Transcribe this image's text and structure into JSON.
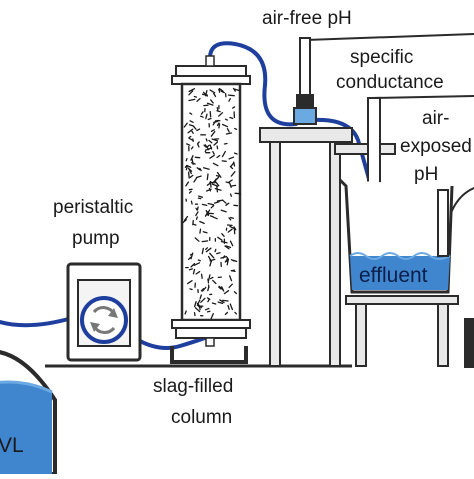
{
  "labels": {
    "air_free_ph": "air-free pH",
    "specific_conductance_line1": "specific",
    "specific_conductance_line2": "conductance",
    "air_exposed_line1": "air-",
    "air_exposed_line2": "exposed",
    "air_exposed_line3": "pH",
    "peristaltic_line1": "peristaltic",
    "peristaltic_line2": "pump",
    "slag_column_line1": "slag-filled",
    "slag_column_line2": "column",
    "effluent": "effluent",
    "reservoir_fragment": "VL"
  },
  "colors": {
    "tubing": "#1f3f9e",
    "water": "#3f86cf",
    "water_light": "#6ba9e3",
    "outline": "#2b2b2b",
    "stand_fill": "#e9e9e9",
    "column_fill": "#ffffff",
    "slag_mark": "#1a1a1a"
  },
  "icons": {
    "pump_rotor": "circular-arrows-icon",
    "droplets": "water-drop-icon"
  }
}
